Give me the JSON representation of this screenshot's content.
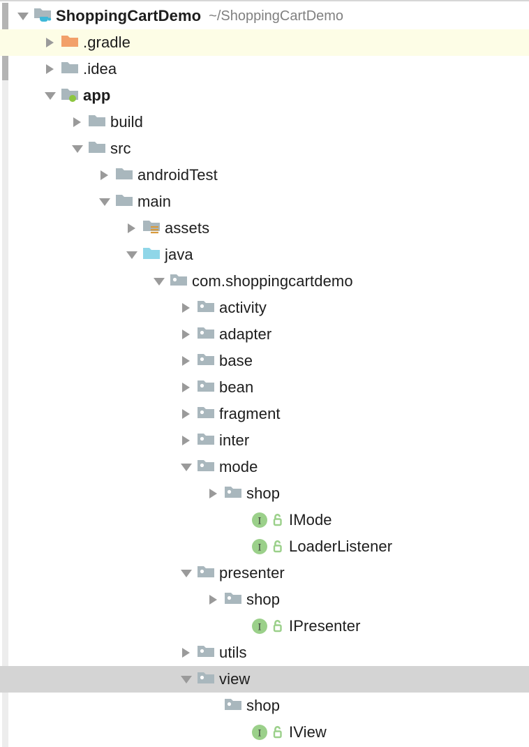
{
  "panel": {
    "name": "project-tree",
    "selected_row_label": "view",
    "highlighted_row_label": ".gradle"
  },
  "colors": {
    "folder_gray": "#a9b7bd",
    "folder_orange": "#f2a06a",
    "folder_blue": "#8fd6e8",
    "interface_green": "#9bd08a",
    "selection_gray": "#d4d4d4",
    "highlight_yellow": "#fdfde6",
    "arrow_gray": "#9a9a9a",
    "text_black": "#1d1d1d",
    "path_gray": "#808080",
    "assets_orange": "#d89a3c",
    "module_badge_green": "#8cc63f",
    "coffee_cyan": "#3fb8d8",
    "scrollbar_thumb": "#b4b4b4",
    "scrollbar_track": "#ededed"
  },
  "tree": [
    {
      "label": "ShoppingCartDemo",
      "path_suffix": "~/ShoppingCartDemo",
      "depth": 0,
      "twisty": "expanded",
      "icon": "folder-module-java-icon",
      "bold": true,
      "state": "normal"
    },
    {
      "label": ".gradle",
      "path_suffix": "",
      "depth": 1,
      "twisty": "collapsed",
      "icon": "folder-orange-icon",
      "bold": false,
      "state": "highlight"
    },
    {
      "label": ".idea",
      "path_suffix": "",
      "depth": 1,
      "twisty": "collapsed",
      "icon": "folder-gray-icon",
      "bold": false,
      "state": "normal"
    },
    {
      "label": "app",
      "path_suffix": "",
      "depth": 1,
      "twisty": "expanded",
      "icon": "folder-module-icon",
      "bold": true,
      "state": "normal"
    },
    {
      "label": "build",
      "path_suffix": "",
      "depth": 2,
      "twisty": "collapsed",
      "icon": "folder-gray-icon",
      "bold": false,
      "state": "normal"
    },
    {
      "label": "src",
      "path_suffix": "",
      "depth": 2,
      "twisty": "expanded",
      "icon": "folder-gray-icon",
      "bold": false,
      "state": "normal"
    },
    {
      "label": "androidTest",
      "path_suffix": "",
      "depth": 3,
      "twisty": "collapsed",
      "icon": "folder-gray-icon",
      "bold": false,
      "state": "normal"
    },
    {
      "label": "main",
      "path_suffix": "",
      "depth": 3,
      "twisty": "expanded",
      "icon": "folder-gray-icon",
      "bold": false,
      "state": "normal"
    },
    {
      "label": "assets",
      "path_suffix": "",
      "depth": 4,
      "twisty": "collapsed",
      "icon": "folder-assets-icon",
      "bold": false,
      "state": "normal"
    },
    {
      "label": "java",
      "path_suffix": "",
      "depth": 4,
      "twisty": "expanded",
      "icon": "folder-source-root-icon",
      "bold": false,
      "state": "normal"
    },
    {
      "label": "com.shoppingcartdemo",
      "path_suffix": "",
      "depth": 5,
      "twisty": "expanded",
      "icon": "package-icon",
      "bold": false,
      "state": "normal"
    },
    {
      "label": "activity",
      "path_suffix": "",
      "depth": 6,
      "twisty": "collapsed",
      "icon": "package-icon",
      "bold": false,
      "state": "normal"
    },
    {
      "label": "adapter",
      "path_suffix": "",
      "depth": 6,
      "twisty": "collapsed",
      "icon": "package-icon",
      "bold": false,
      "state": "normal"
    },
    {
      "label": "base",
      "path_suffix": "",
      "depth": 6,
      "twisty": "collapsed",
      "icon": "package-icon",
      "bold": false,
      "state": "normal"
    },
    {
      "label": "bean",
      "path_suffix": "",
      "depth": 6,
      "twisty": "collapsed",
      "icon": "package-icon",
      "bold": false,
      "state": "normal"
    },
    {
      "label": "fragment",
      "path_suffix": "",
      "depth": 6,
      "twisty": "collapsed",
      "icon": "package-icon",
      "bold": false,
      "state": "normal"
    },
    {
      "label": "inter",
      "path_suffix": "",
      "depth": 6,
      "twisty": "collapsed",
      "icon": "package-icon",
      "bold": false,
      "state": "normal"
    },
    {
      "label": "mode",
      "path_suffix": "",
      "depth": 6,
      "twisty": "expanded",
      "icon": "package-icon",
      "bold": false,
      "state": "normal"
    },
    {
      "label": "shop",
      "path_suffix": "",
      "depth": 7,
      "twisty": "collapsed",
      "icon": "package-icon",
      "bold": false,
      "state": "normal"
    },
    {
      "label": "IMode",
      "path_suffix": "",
      "depth": 8,
      "twisty": "none",
      "icon": "interface-icon",
      "bold": false,
      "state": "normal"
    },
    {
      "label": "LoaderListener",
      "path_suffix": "",
      "depth": 8,
      "twisty": "none",
      "icon": "interface-icon",
      "bold": false,
      "state": "normal"
    },
    {
      "label": "presenter",
      "path_suffix": "",
      "depth": 6,
      "twisty": "expanded",
      "icon": "package-icon",
      "bold": false,
      "state": "normal"
    },
    {
      "label": "shop",
      "path_suffix": "",
      "depth": 7,
      "twisty": "collapsed",
      "icon": "package-icon",
      "bold": false,
      "state": "normal"
    },
    {
      "label": "IPresenter",
      "path_suffix": "",
      "depth": 8,
      "twisty": "none",
      "icon": "interface-icon",
      "bold": false,
      "state": "normal"
    },
    {
      "label": "utils",
      "path_suffix": "",
      "depth": 6,
      "twisty": "collapsed",
      "icon": "package-icon",
      "bold": false,
      "state": "normal"
    },
    {
      "label": "view",
      "path_suffix": "",
      "depth": 6,
      "twisty": "expanded",
      "icon": "package-icon",
      "bold": false,
      "state": "selected"
    },
    {
      "label": "shop",
      "path_suffix": "",
      "depth": 7,
      "twisty": "none",
      "icon": "package-icon",
      "bold": false,
      "state": "normal"
    },
    {
      "label": "IView",
      "path_suffix": "",
      "depth": 8,
      "twisty": "none",
      "icon": "interface-icon",
      "bold": false,
      "state": "normal"
    }
  ]
}
